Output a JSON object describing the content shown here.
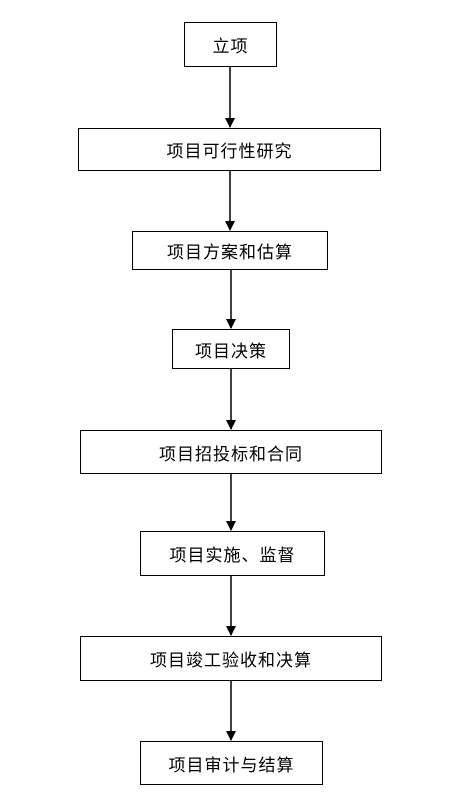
{
  "flowchart": {
    "steps": [
      {
        "label": "立项"
      },
      {
        "label": "项目可行性研究"
      },
      {
        "label": "项目方案和估算"
      },
      {
        "label": "项目决策"
      },
      {
        "label": "项目招投标和合同"
      },
      {
        "label": "项目实施、监督"
      },
      {
        "label": "项目竣工验收和决算"
      },
      {
        "label": "项目审计与结算"
      }
    ]
  }
}
